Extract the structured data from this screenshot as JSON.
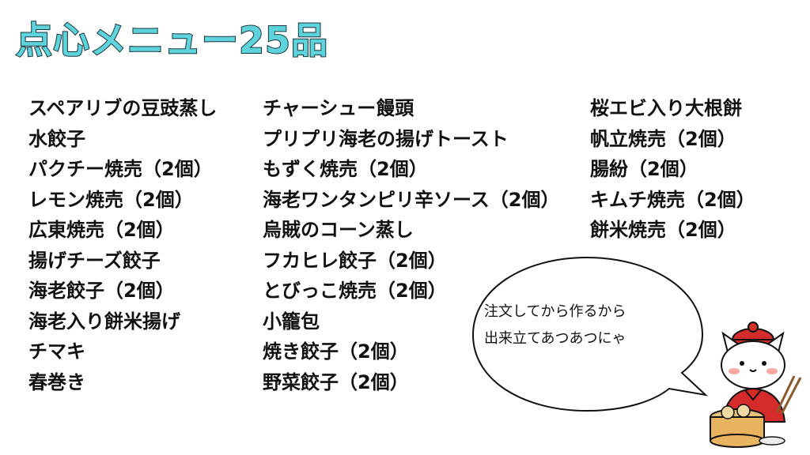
{
  "title": "点心メニュー25品",
  "menu": {
    "col1": [
      "スペアリブの豆豉蒸し",
      "水餃子",
      "パクチー焼売（2個）",
      "レモン焼売（2個）",
      "広東焼売（2個）",
      "揚げチーズ餃子",
      "海老餃子（2個）",
      "海老入り餅米揚げ",
      "チマキ",
      "春巻き"
    ],
    "col2": [
      "チャーシュー饅頭",
      "プリプリ海老の揚げトースト",
      "もずく焼売（2個）",
      "海老ワンタンピリ辛ソース（2個）",
      "烏賊のコーン蒸し",
      "フカヒレ餃子（2個）",
      "とびっこ焼売（2個）",
      "小籠包",
      "焼き餃子（2個）",
      "野菜餃子（2個）"
    ],
    "col3": [
      "桜エビ入り大根餅",
      "帆立焼売（2個）",
      "腸紛（2個）",
      "キムチ焼売（2個）",
      "餅米焼売（2個）"
    ]
  },
  "speech": {
    "line1": "注文してから作るから",
    "line2": "出来立てあつあつにゃ"
  },
  "colors": {
    "title_fill": "#5fd3dc",
    "title_outline": "#16343b",
    "hat": "#d62b2b",
    "cheek": "#f7a6a6"
  }
}
